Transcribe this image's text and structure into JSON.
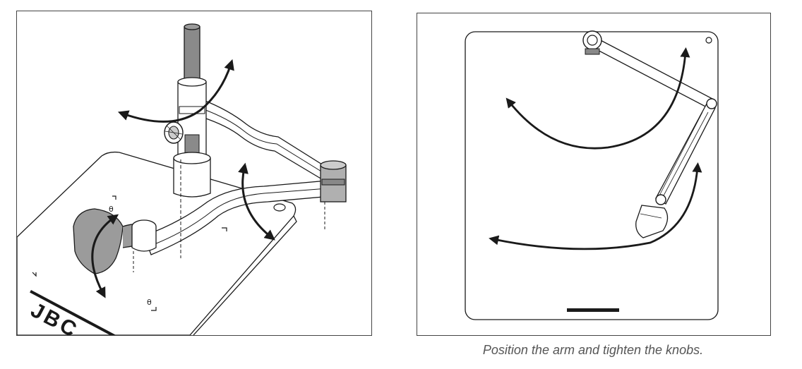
{
  "caption": "Position the arm and tighten the knobs.",
  "left_panel": {
    "logo": "JBC",
    "angle_symbols": [
      "θ",
      "θ"
    ]
  },
  "right_panel": {},
  "colors": {
    "line": "#1a1a1a",
    "rod_dark": "#8a8a8a",
    "clamp_gray": "#9b9b9b",
    "cylinder_gray": "#b0b0b0"
  },
  "icons": [
    "rotation-arrow-icon",
    "knob-icon",
    "pivot-icon"
  ]
}
